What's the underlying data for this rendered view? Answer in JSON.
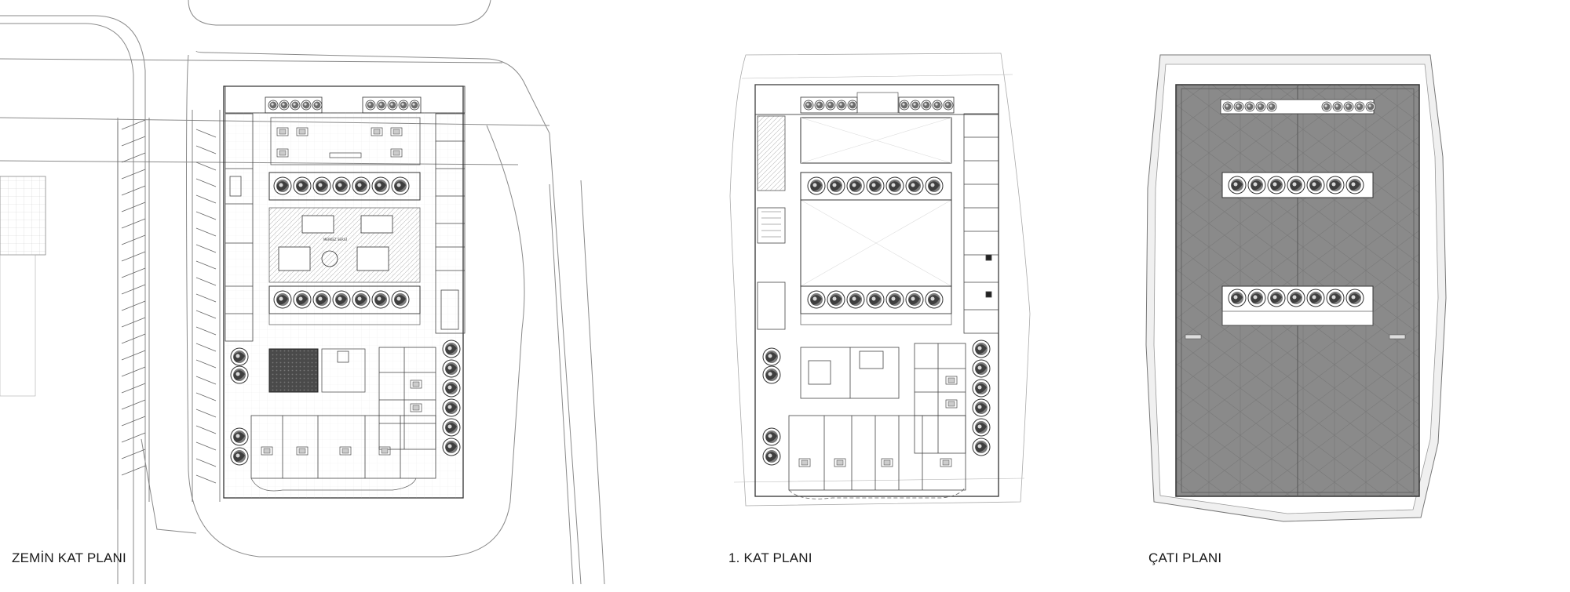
{
  "sheet": {
    "plans": [
      {
        "key": "ground",
        "title": "ZEMİN KAT PLANI"
      },
      {
        "key": "first",
        "title": "1. KAT PLANI"
      },
      {
        "key": "roof",
        "title": "ÇATI PLANI"
      }
    ]
  },
  "labels": {
    "ground_center_label": "MERKEZ SERGİ",
    "line_color": "#555555",
    "roof_fill": "#8a8a8a",
    "tree_icon": "tree-canopy-icon"
  }
}
